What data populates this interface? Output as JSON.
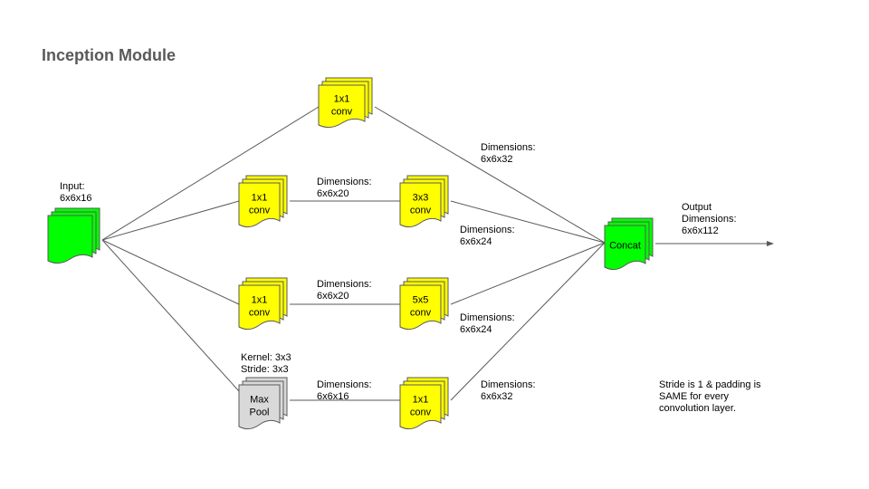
{
  "title": "Inception Module",
  "nodes": {
    "input": {
      "lines": [
        "",
        ""
      ],
      "color": "#00ff00"
    },
    "top_conv1x1": {
      "lines": [
        "1x1",
        "conv"
      ],
      "color": "#ffff00"
    },
    "b2_conv1x1": {
      "lines": [
        "1x1",
        "conv"
      ],
      "color": "#ffff00"
    },
    "b2_conv3x3": {
      "lines": [
        "3x3",
        "conv"
      ],
      "color": "#ffff00"
    },
    "b3_conv1x1": {
      "lines": [
        "1x1",
        "conv"
      ],
      "color": "#ffff00"
    },
    "b3_conv5x5": {
      "lines": [
        "5x5",
        "conv"
      ],
      "color": "#ffff00"
    },
    "maxpool": {
      "lines": [
        "Max",
        "Pool"
      ],
      "color": "#d9d9d9"
    },
    "b4_conv1x1": {
      "lines": [
        "1x1",
        "conv"
      ],
      "color": "#ffff00"
    },
    "concat": {
      "lines": [
        "Concat",
        ""
      ],
      "color": "#00ff00"
    }
  },
  "labels": {
    "input": [
      "Input:",
      "6x6x16"
    ],
    "top_out": [
      "Dimensions:",
      "6x6x32"
    ],
    "b2_mid": [
      "Dimensions:",
      "6x6x20"
    ],
    "b2_out": [
      "Dimensions:",
      "6x6x24"
    ],
    "b3_mid": [
      "Dimensions:",
      "6x6x20"
    ],
    "b3_out": [
      "Dimensions:",
      "6x6x24"
    ],
    "pool_params": [
      "Kernel: 3x3",
      "Stride: 3x3"
    ],
    "b4_mid": [
      "Dimensions:",
      "6x6x16"
    ],
    "b4_out": [
      "Dimensions:",
      "6x6x32"
    ],
    "output": [
      "Output",
      "Dimensions:",
      "6x6x112"
    ],
    "note": [
      "Stride is 1 & padding is",
      "SAME for every",
      "convolution layer."
    ]
  },
  "colors": {
    "edge": "#595959",
    "title": "#595959"
  }
}
